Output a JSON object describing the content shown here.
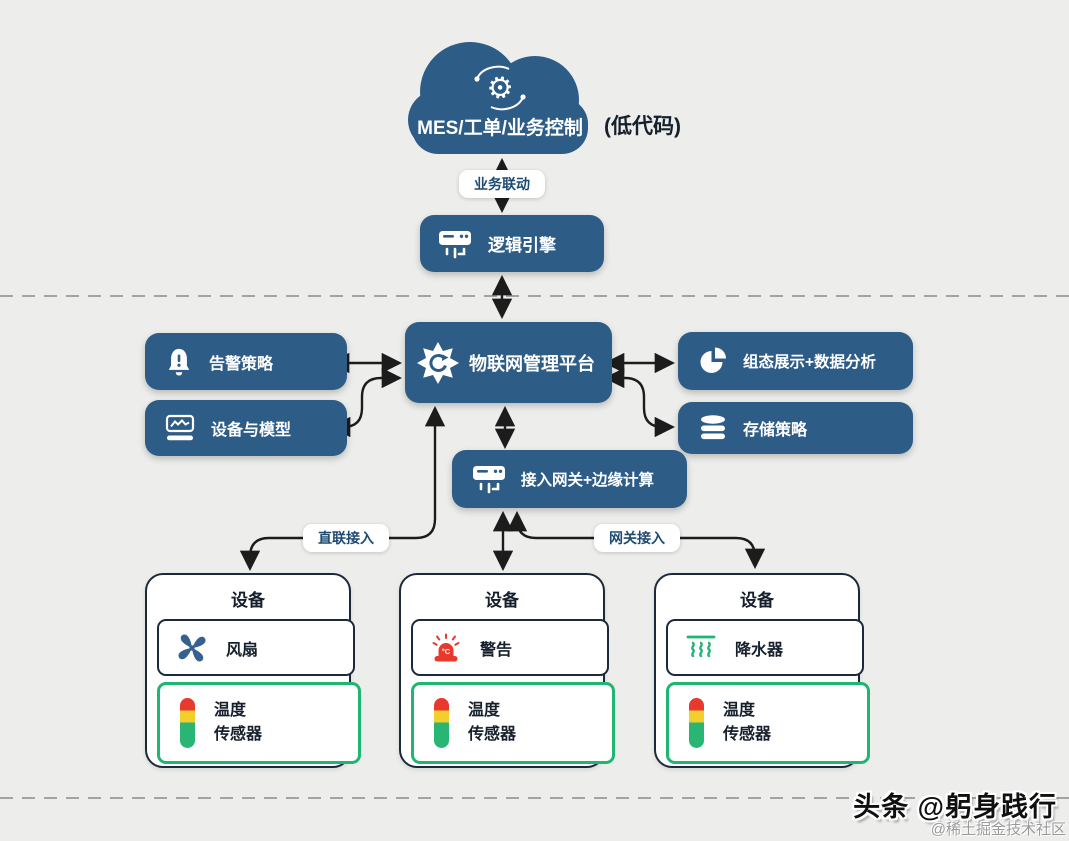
{
  "colors": {
    "navy": "#2d5c87",
    "background": "#ededeb",
    "green": "#1fb573",
    "arrow": "#1c1c1c",
    "pill_text": "#1f4a72",
    "alarm_red": "#e8392f",
    "bar_yellow": "#f2cf2d",
    "bar_green": "#29b573",
    "fan_blue": "#35608f"
  },
  "cloud": {
    "label": "MES/工单/业务控制",
    "side_note": "(低代码)",
    "icon": "automation-gear-icon"
  },
  "connectors": {
    "business_link_label": "业务联动",
    "direct_access_label": "直联接入",
    "gateway_access_label": "网关接入"
  },
  "nodes": {
    "logic_engine": {
      "label": "逻辑引擎",
      "icon": "gateway-unit-icon"
    },
    "platform": {
      "label": "物联网管理平台",
      "icon": "gear-burst-icon"
    },
    "alert_policy": {
      "label": "告警策略",
      "icon": "alert-bell-icon"
    },
    "device_model": {
      "label": "设备与模型",
      "icon": "device-model-icon"
    },
    "scada_analysis": {
      "label": "组态展示+数据分析",
      "icon": "pie-chart-icon"
    },
    "storage_policy": {
      "label": "存储策略",
      "icon": "database-icon"
    },
    "edge_gateway": {
      "label": "接入网关+边缘计算",
      "icon": "gateway-unit-icon"
    }
  },
  "devices": [
    {
      "title": "设备",
      "component": {
        "label": "风扇",
        "icon": "fan-icon"
      },
      "sensor": {
        "line1": "温度",
        "line2": "传感器",
        "icon": "temperature-sensor-bar-icon"
      }
    },
    {
      "title": "设备",
      "component": {
        "label": "警告",
        "icon": "alarm-siren-icon"
      },
      "sensor": {
        "line1": "温度",
        "line2": "传感器",
        "icon": "temperature-sensor-bar-icon"
      }
    },
    {
      "title": "设备",
      "component": {
        "label": "降水器",
        "icon": "steam-icon"
      },
      "sensor": {
        "line1": "温度",
        "line2": "传感器",
        "icon": "temperature-sensor-bar-icon"
      }
    }
  ],
  "watermark": {
    "line1": "头条 @躬身践行",
    "line2": "@稀土掘金技术社区"
  }
}
